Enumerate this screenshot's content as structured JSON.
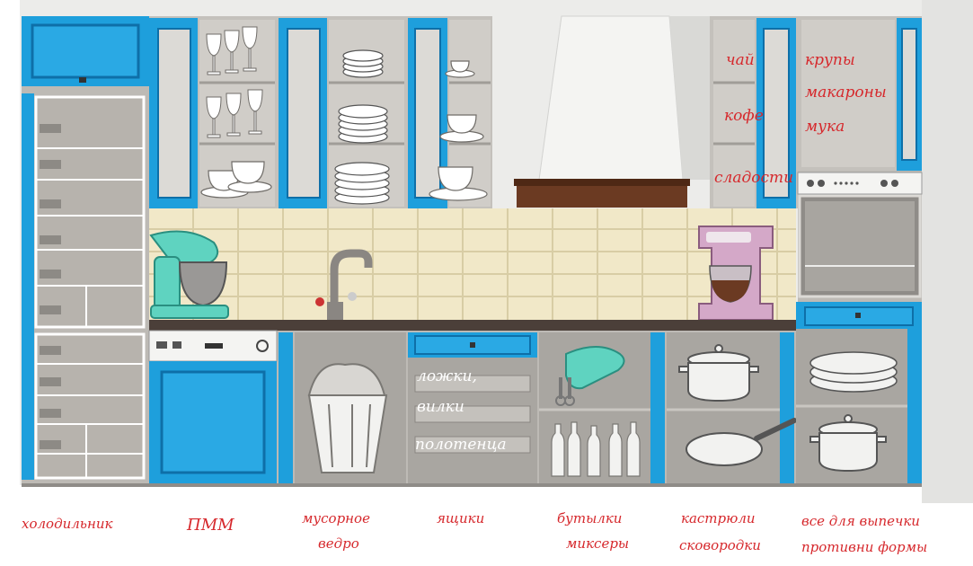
{
  "colors": {
    "frame_blue": "#1e9fdc",
    "frame_dark": "#0e6fa8",
    "cabinet_gray": "#bdbab5",
    "shadow_gray": "#a9a6a1",
    "tile_cream": "#f1e8c8",
    "tile_line": "#d8cda5",
    "handwriting_red": "#d6282c",
    "wood_brown": "#6b3a22",
    "mixer_teal": "#5fd3c0",
    "coffee_pink": "#d4a8c8"
  },
  "cabinet_notes": {
    "tea": "чай",
    "coffee": "кофе",
    "sweets": "сладости",
    "grains": "крупы",
    "pasta": "макароны",
    "flour": "мука"
  },
  "drawer_notes": {
    "spoons": "ложки,",
    "forks": "вилки",
    "towels": "полотенца"
  },
  "bottom_labels": {
    "fridge": "холодильник",
    "dishwasher": "ПММ",
    "trash_line1": "мусорное",
    "trash_line2": "ведро",
    "drawers": "ящики",
    "bottles_line1": "бутылки",
    "bottles_line2": "миксеры",
    "pots_line1": "кастрюли",
    "pots_line2": "сковородки",
    "baking_line1": "все для выпечки",
    "baking_line2": "противни формы"
  },
  "icons": [
    "stand-mixer-icon",
    "faucet-icon",
    "coffee-maker-icon",
    "hand-mixer-icon",
    "pot-icon",
    "frying-pan-icon",
    "trash-bag-icon",
    "plates-icon",
    "wine-glass-icon",
    "tea-cup-icon",
    "oven-icon"
  ]
}
